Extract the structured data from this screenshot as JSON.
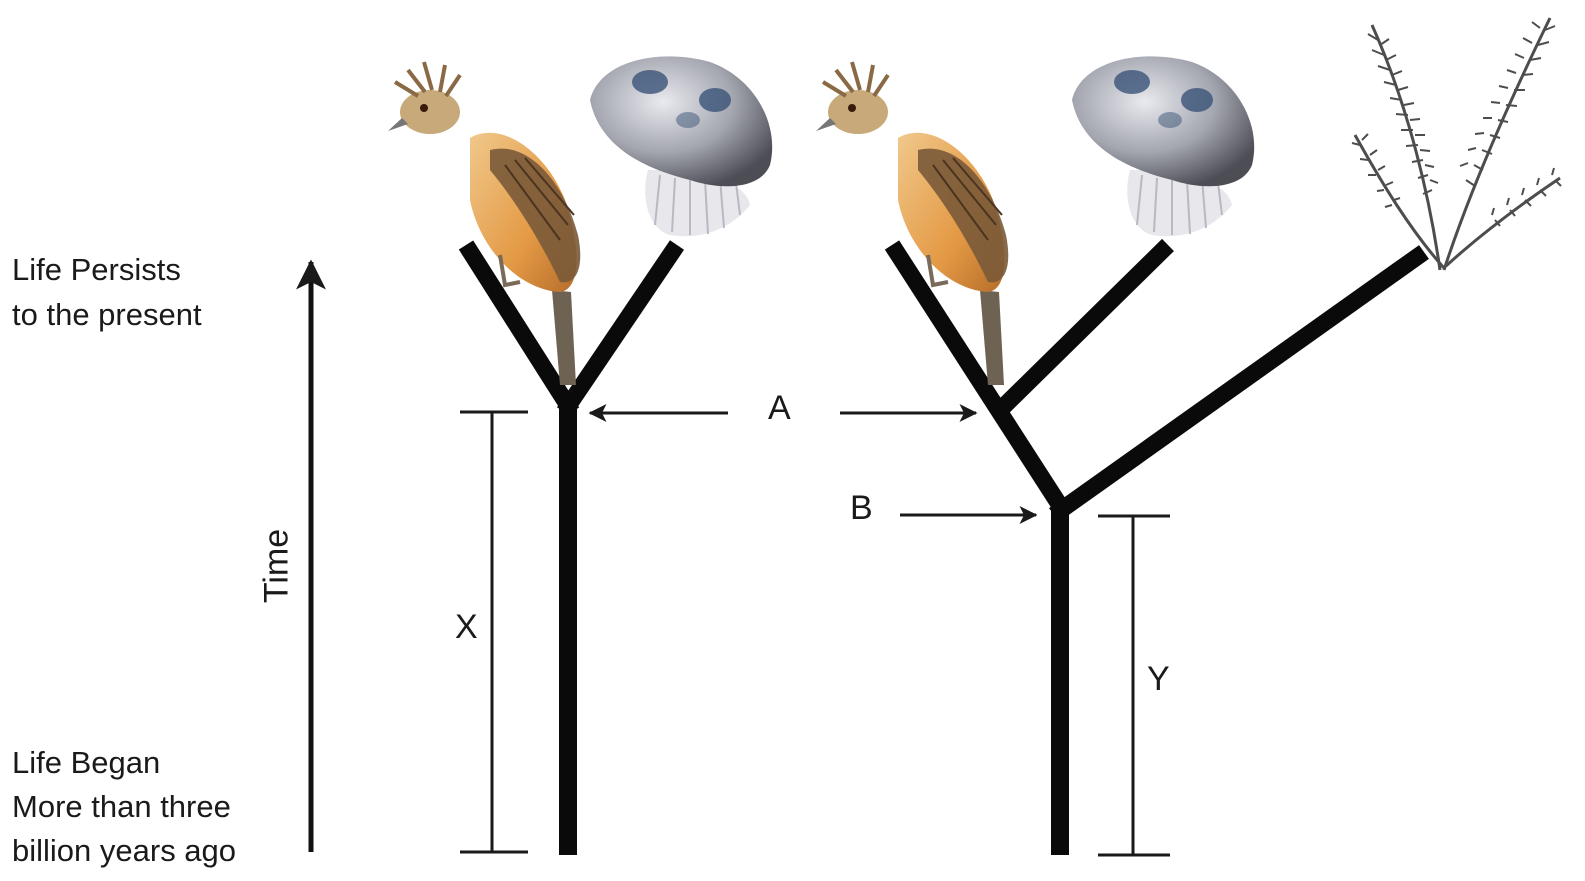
{
  "labels": {
    "top_caption": [
      "Life Persists",
      "to the present"
    ],
    "bottom_caption": [
      "Life Began",
      "More than three",
      "billion years ago"
    ],
    "time_axis": "Time",
    "node_a": "A",
    "node_b": "B",
    "interval_x": "X",
    "interval_y": "Y"
  },
  "trees": {
    "left": {
      "tips": [
        "bird",
        "jellyfish"
      ]
    },
    "right": {
      "tips": [
        "bird",
        "jellyfish",
        "fern"
      ]
    }
  },
  "colors": {
    "branch": "#0a0a0a",
    "text": "#1a1a1a",
    "jelly_bell": "#8e8f98",
    "jelly_spot": "#3a5378",
    "bird_body": "#c98a3c",
    "bird_wing": "#7a5a38",
    "fern": "#4d4d4d"
  }
}
